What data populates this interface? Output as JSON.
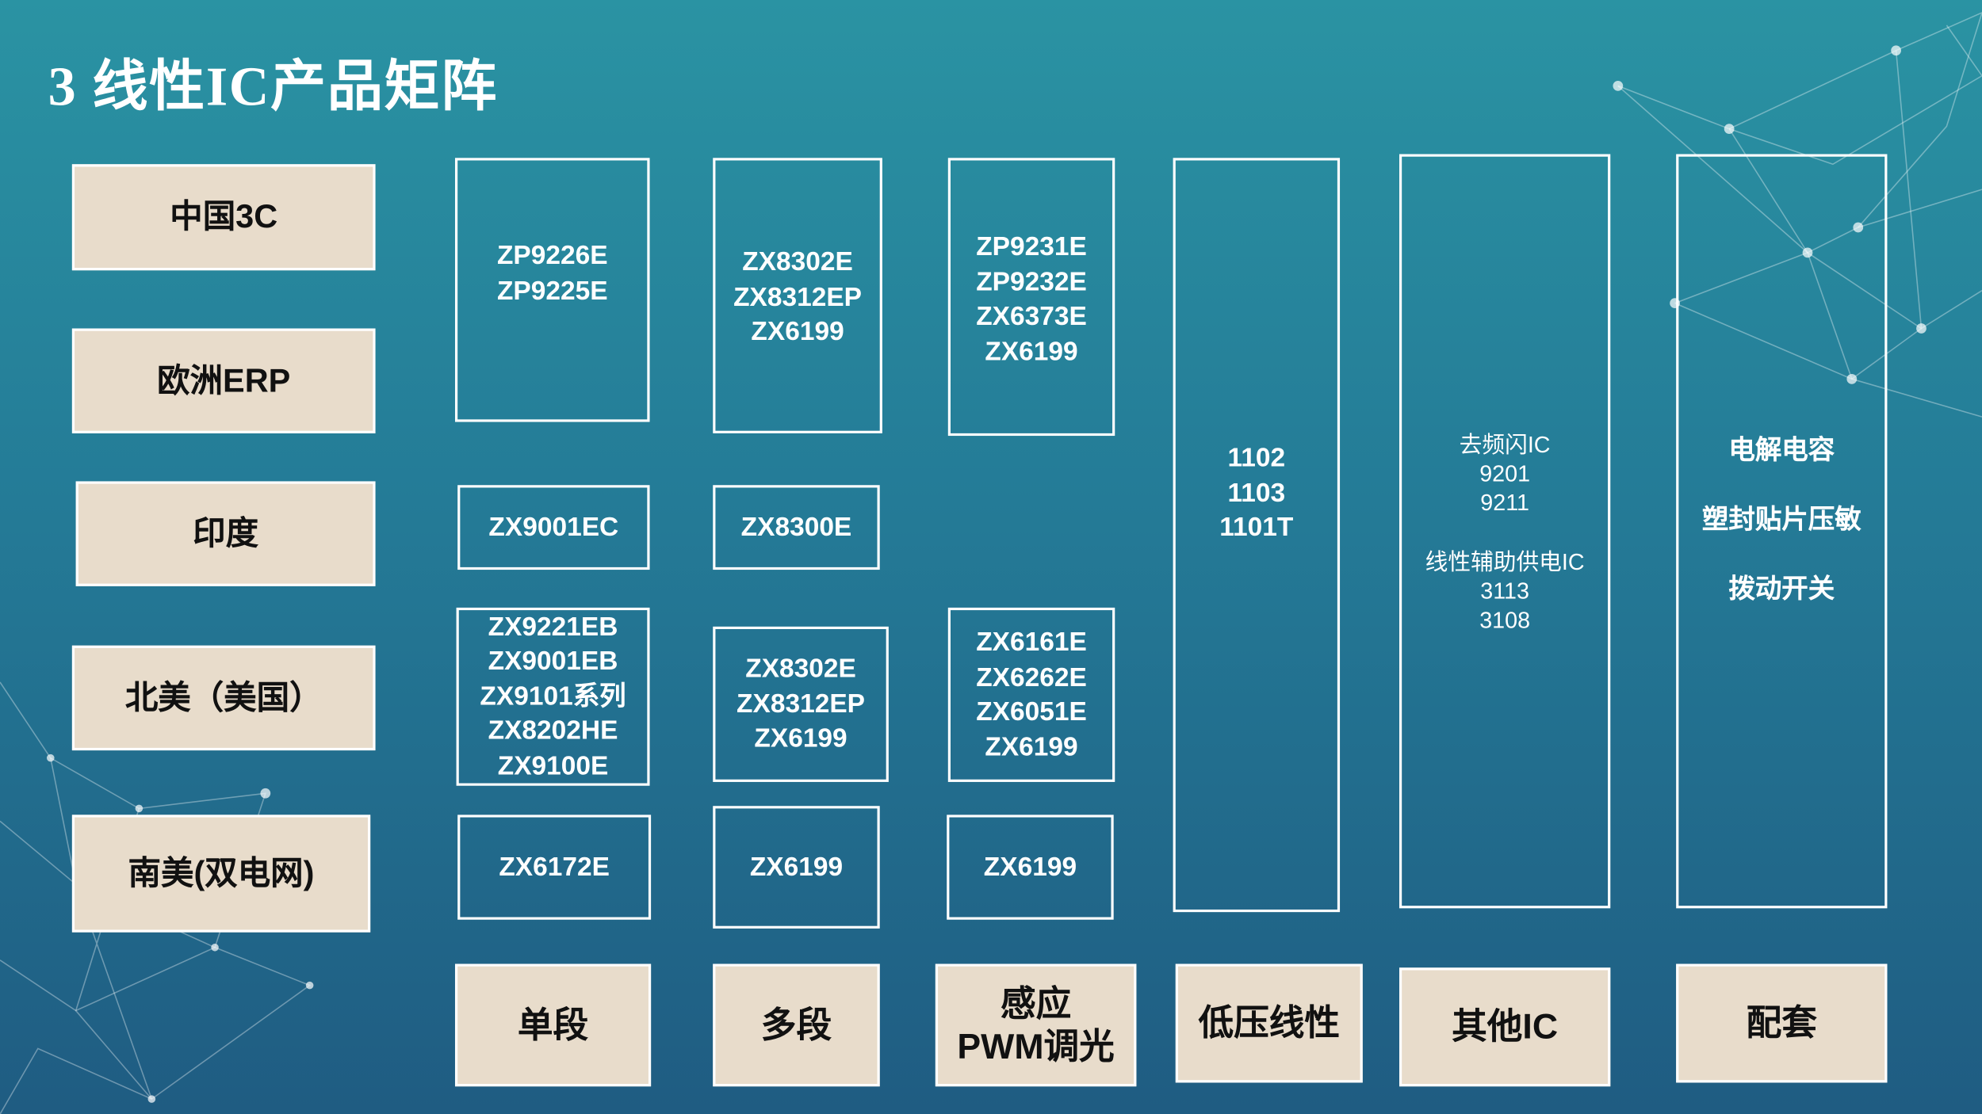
{
  "title": "3 线性IC产品矩阵",
  "regions": [
    "中国3C",
    "欧洲ERP",
    "印度",
    "北美（美国）",
    "南美(双电网)"
  ],
  "categories": [
    "单段",
    "多段",
    "感应\nPWM调光",
    "低压线性",
    "其他IC",
    "配套"
  ],
  "categories_lines": {
    "c3a": "感应",
    "c3b": "PWM调光"
  },
  "single": {
    "china_eu": [
      "ZP9226E",
      "ZP9225E"
    ],
    "india": [
      "ZX9001EC"
    ],
    "na": [
      "ZX9221EB",
      "ZX9001EB",
      "ZX9101系列",
      "ZX8202HE",
      "ZX9100E"
    ],
    "sa": [
      "ZX6172E"
    ]
  },
  "multi": {
    "china_eu": [
      "ZX8302E",
      "ZX8312EP",
      "ZX6199"
    ],
    "india": [
      "ZX8300E"
    ],
    "na": [
      "ZX8302E",
      "ZX8312EP",
      "ZX6199"
    ],
    "sa": [
      "ZX6199"
    ]
  },
  "pwm": {
    "china_eu": [
      "ZP9231E",
      "ZP9232E",
      "ZX6373E",
      "ZX6199"
    ],
    "na": [
      "ZX6161E",
      "ZX6262E",
      "ZX6051E",
      "ZX6199"
    ],
    "sa": [
      "ZX6199"
    ]
  },
  "low_voltage": [
    "1102",
    "1103",
    "1101T"
  ],
  "other_ic": {
    "group1_title": "去频闪IC",
    "group1": [
      "9201",
      "9211"
    ],
    "group2_title": "线性辅助供电IC",
    "group2": [
      "3113",
      "3108"
    ]
  },
  "accessories": [
    "电解电容",
    "塑封贴片压敏",
    "拨动开关"
  ]
}
